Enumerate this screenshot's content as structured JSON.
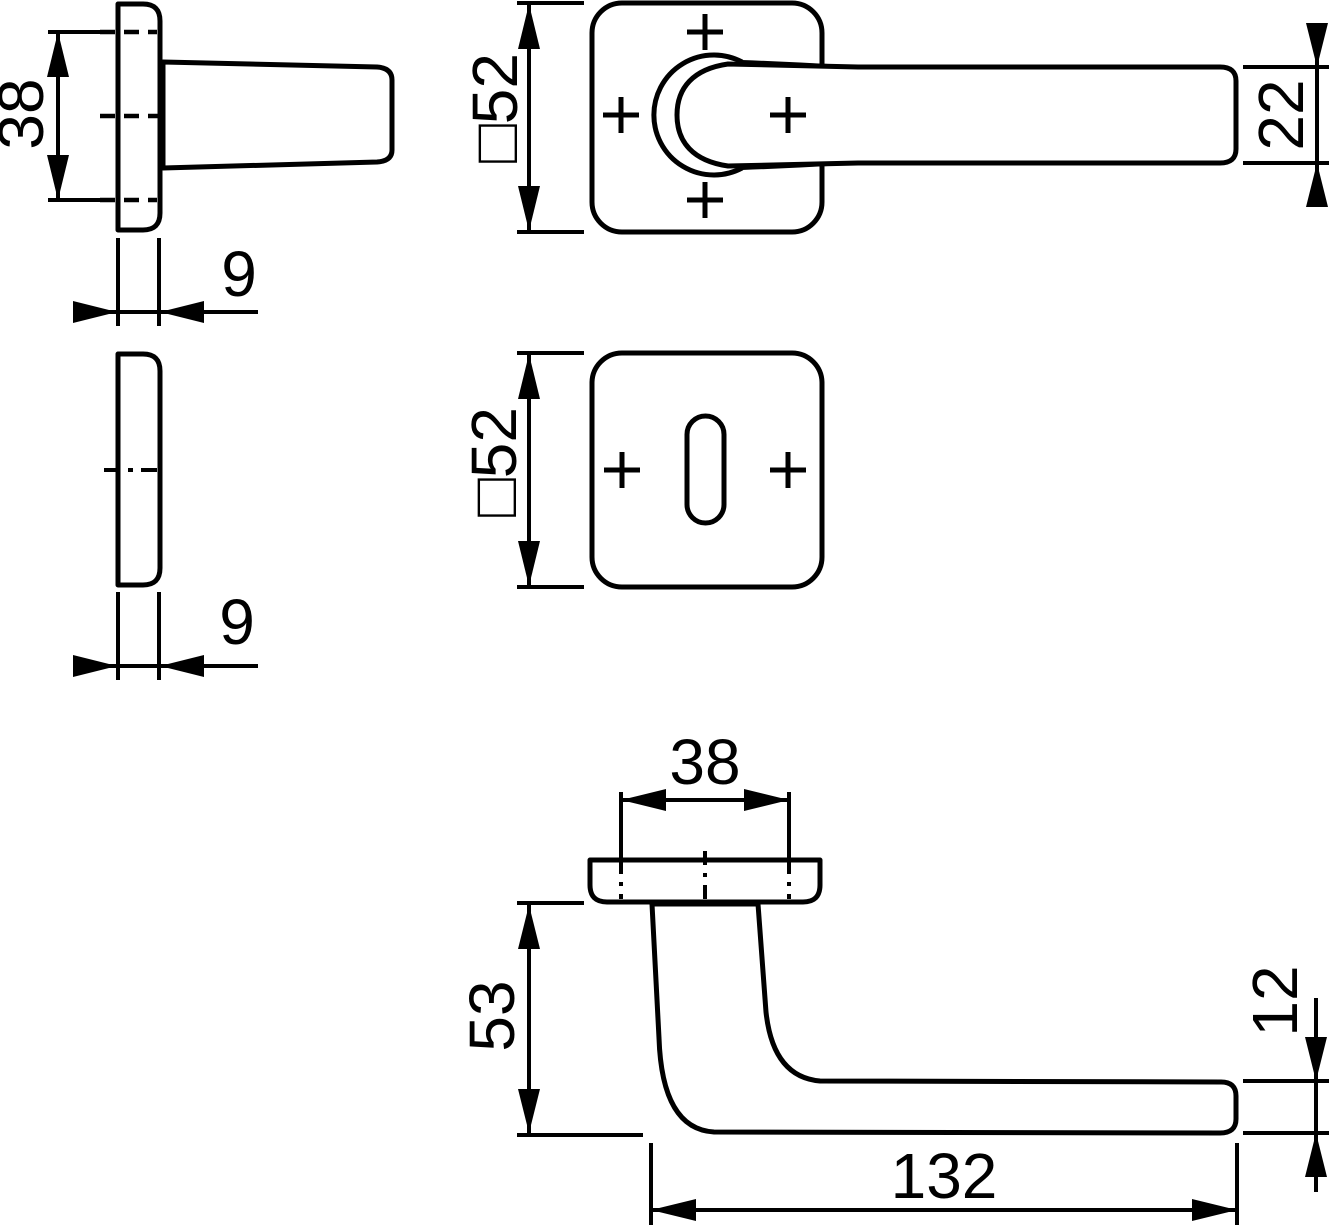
{
  "colors": {
    "line": "#000000",
    "background": "#ffffff"
  },
  "dims": {
    "rose_height": "38",
    "rose_depth": "9",
    "rose_square": "□52",
    "lever_height": "22",
    "key_rose_square": "□52",
    "key_rose_depth": "9",
    "rose_width": "38",
    "handle_height": "53",
    "lever_thickness": "12",
    "lever_length": "132"
  }
}
